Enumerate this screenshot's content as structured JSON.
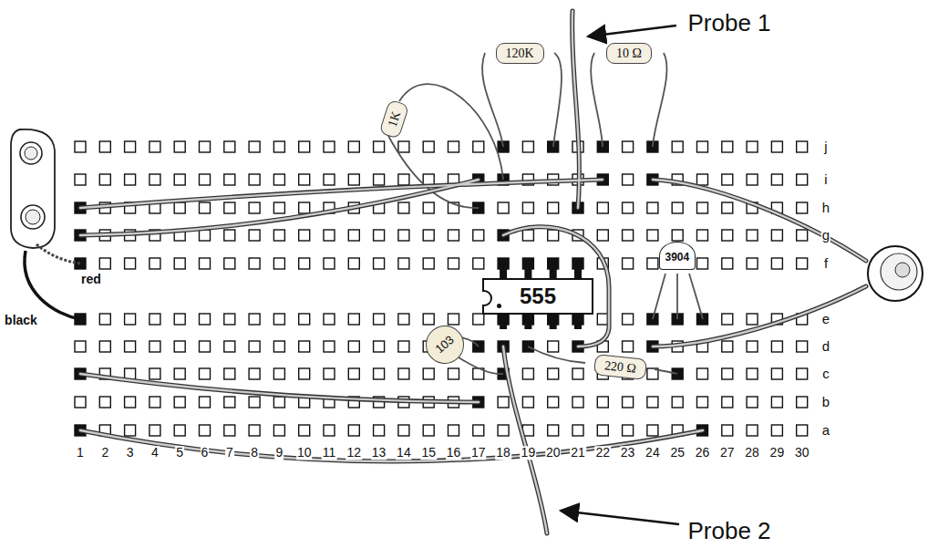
{
  "diagram": {
    "nodes": [
      {
        "text": [
          "1K"
        ]
      },
      {
        "text": [
          "120K"
        ]
      },
      {
        "text": [
          "10 Ω"
        ]
      },
      {
        "text": [
          "555"
        ]
      },
      {
        "text": [
          "3904"
        ]
      },
      {
        "text": [
          "103"
        ]
      },
      {
        "text": [
          "220 Ω"
        ]
      }
    ],
    "labels": [
      "Probe 1",
      "Probe 2",
      "red",
      "black",
      "j",
      "i",
      "h",
      "g",
      "f",
      "e",
      "d",
      "c",
      "b",
      "a",
      "1",
      "2",
      "3",
      "4",
      "5",
      "6",
      "7",
      "8",
      "9",
      "10",
      "11",
      "12",
      "13",
      "14",
      "15",
      "16",
      "17",
      "18",
      "19",
      "20",
      "21",
      "22",
      "23",
      "24",
      "25",
      "26",
      "27",
      "28",
      "29",
      "30"
    ]
  }
}
